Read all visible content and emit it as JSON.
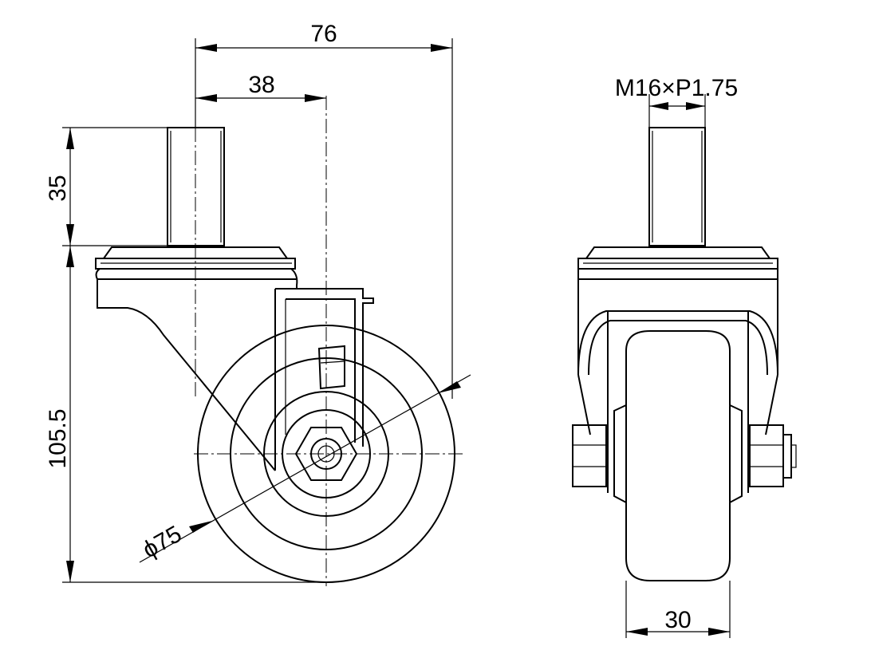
{
  "drawing": {
    "side_view": {
      "dims": {
        "total_width": "76",
        "offset": "38",
        "stem_length": "35",
        "overall_height": "105.5",
        "wheel_diameter": "ϕ75"
      }
    },
    "front_view": {
      "dims": {
        "thread": "M16×P1.75",
        "wheel_width": "30"
      }
    }
  }
}
